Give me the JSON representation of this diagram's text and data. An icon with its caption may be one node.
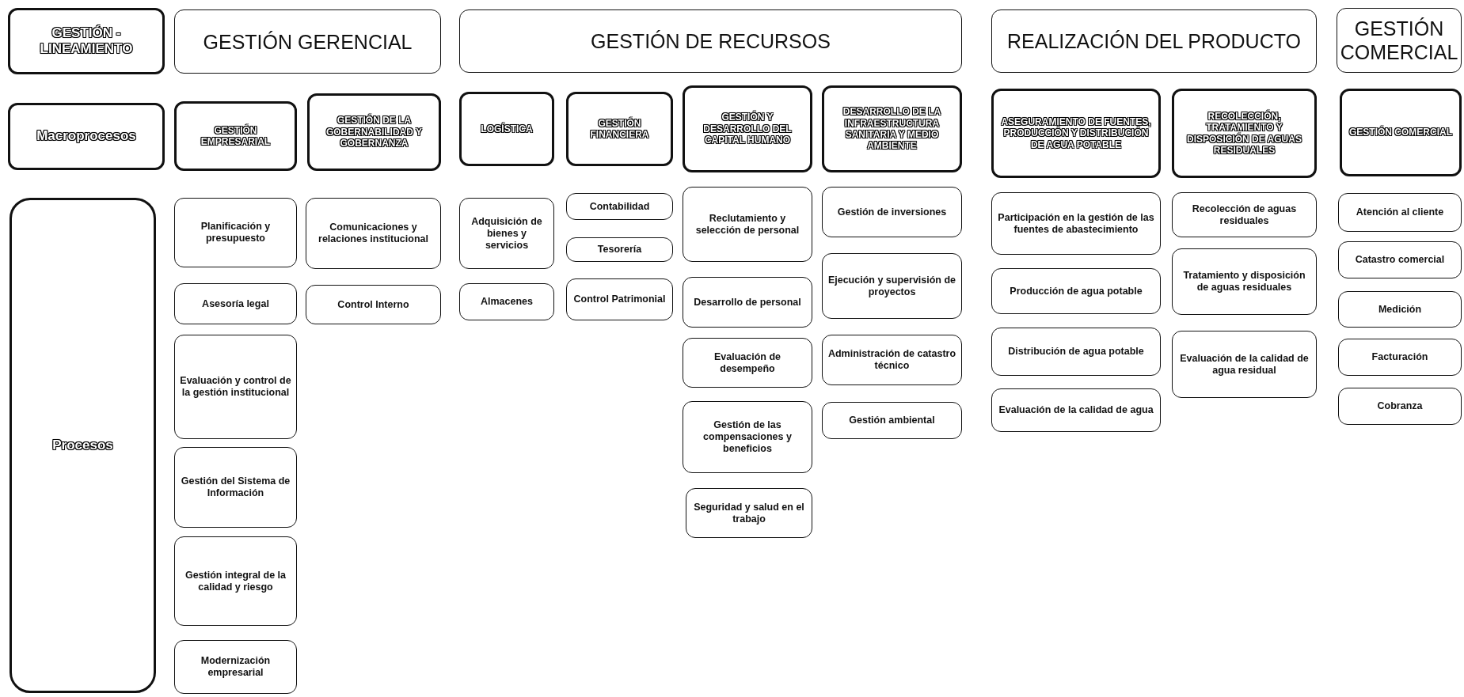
{
  "diagram": {
    "nodes": [
      {
        "text": [
          "GESTIÓN - LINEAMIENTO"
        ]
      },
      {
        "text": [
          "GESTIÓN GERENCIAL"
        ]
      },
      {
        "text": [
          "GESTIÓN DE RECURSOS"
        ]
      },
      {
        "text": [
          "REALIZACIÓN DEL PRODUCTO"
        ]
      },
      {
        "text": [
          "GESTIÓN COMERCIAL"
        ]
      },
      {
        "text": [
          "Macroprocesos"
        ]
      },
      {
        "text": [
          "GESTIÓN EMPRESARIAL"
        ]
      },
      {
        "text": [
          "GESTIÓN DE LA GOBERNABILIDAD Y GOBERNANZA"
        ]
      },
      {
        "text": [
          "LOGÍSTICA"
        ]
      },
      {
        "text": [
          "GESTIÓN FINANCIERA"
        ]
      },
      {
        "text": [
          "GESTIÓN Y DESARROLLO DEL CAPITAL HUMANO"
        ]
      },
      {
        "text": [
          "DESARROLLO DE LA INFRAESTRUCTURA SANITARIA Y MEDIO AMBIENTE"
        ]
      },
      {
        "text": [
          "ASEGURAMIENTO DE FUENTES, PRODUCCIÓN Y DISTRIBUCIÓN DE AGUA POTABLE"
        ]
      },
      {
        "text": [
          "RECOLECCIÓN, TRATAMIENTO Y DISPOSICIÓN DE AGUAS RESIDUALES"
        ]
      },
      {
        "text": [
          "GESTIÓN COMERCIAL"
        ]
      },
      {
        "text": [
          "Procesos"
        ]
      },
      {
        "text": [
          "Planificación y presupuesto"
        ]
      },
      {
        "text": [
          "Asesoría legal"
        ]
      },
      {
        "text": [
          "Evaluación y control de la gestión institucional"
        ]
      },
      {
        "text": [
          "Gestión del Sistema de Información"
        ]
      },
      {
        "text": [
          "Gestión integral de la calidad y riesgo"
        ]
      },
      {
        "text": [
          "Modernización empresarial"
        ]
      },
      {
        "text": [
          "Comunicaciones y relaciones institucional"
        ]
      },
      {
        "text": [
          "Control Interno"
        ]
      },
      {
        "text": [
          "Adquisición de bienes y servicios"
        ]
      },
      {
        "text": [
          "Almacenes"
        ]
      },
      {
        "text": [
          "Contabilidad"
        ]
      },
      {
        "text": [
          "Tesorería"
        ]
      },
      {
        "text": [
          "Control Patrimonial"
        ]
      },
      {
        "text": [
          "Reclutamiento y selección de personal"
        ]
      },
      {
        "text": [
          "Desarrollo de personal"
        ]
      },
      {
        "text": [
          "Evaluación de desempeño"
        ]
      },
      {
        "text": [
          "Gestión de las compensaciones y beneficios"
        ]
      },
      {
        "text": [
          "Seguridad y salud en el trabajo"
        ]
      },
      {
        "text": [
          "Gestión de inversiones"
        ]
      },
      {
        "text": [
          "Ejecución y supervisión de proyectos"
        ]
      },
      {
        "text": [
          "Administración de catastro técnico"
        ]
      },
      {
        "text": [
          "Gestión ambiental"
        ]
      },
      {
        "text": [
          "Participación en la gestión de las fuentes de abastecimiento"
        ]
      },
      {
        "text": [
          "Producción de agua potable"
        ]
      },
      {
        "text": [
          "Distribución de agua potable"
        ]
      },
      {
        "text": [
          "Evaluación de la calidad de agua"
        ]
      },
      {
        "text": [
          "Recolección de aguas residuales"
        ]
      },
      {
        "text": [
          "Tratamiento y disposición de aguas residuales"
        ]
      },
      {
        "text": [
          "Evaluación de la calidad de agua residual"
        ]
      },
      {
        "text": [
          "Atención al cliente"
        ]
      },
      {
        "text": [
          "Catastro comercial"
        ]
      },
      {
        "text": [
          "Medición"
        ]
      },
      {
        "text": [
          "Facturación"
        ]
      },
      {
        "text": [
          "Cobranza"
        ]
      }
    ]
  }
}
